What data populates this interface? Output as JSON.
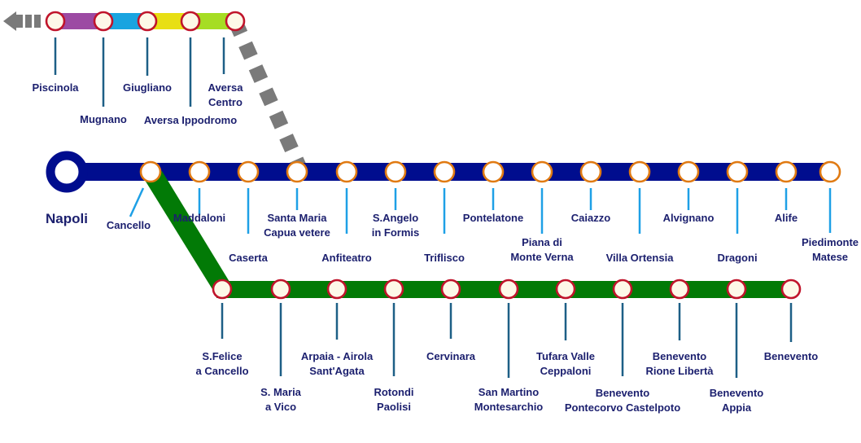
{
  "title": "Rail network map: Napoli – Piedimonte Matese / Benevento / Aversa",
  "colors": {
    "main_line": "#000d8e",
    "branch_line": "#027a06",
    "metro_segments": [
      "#9c4aa3",
      "#19a4e0",
      "#e8df13",
      "#a6dd23"
    ],
    "connector": "#7a7a7a",
    "station_ring_main": "#e07a12",
    "station_ring_other": "#c0142b",
    "station_fill_main": "#ffffff",
    "station_fill_other": "#fdf8e8",
    "tick_main": "#1ea0e6",
    "tick_other": "#1d5f86",
    "label": "#1b1f6e"
  },
  "terminus": {
    "name": "Napoli",
    "icon": "terminus-ring-icon"
  },
  "metro_line": {
    "direction_icon": "arrow-left-icon",
    "stations": [
      {
        "name": [
          "Piscinola"
        ]
      },
      {
        "name": [
          "Mugnano"
        ]
      },
      {
        "name": [
          "Giugliano"
        ]
      },
      {
        "name": [
          "Aversa Ippodromo"
        ]
      },
      {
        "name": [
          "Aversa",
          "Centro"
        ]
      }
    ]
  },
  "main_line": {
    "stations": [
      {
        "name": [
          "Cancello"
        ]
      },
      {
        "name": [
          "Maddaloni"
        ]
      },
      {
        "name": [
          "Caserta"
        ]
      },
      {
        "name": [
          "Santa Maria",
          "Capua vetere"
        ]
      },
      {
        "name": [
          "Anfiteatro"
        ]
      },
      {
        "name": [
          "S.Angelo",
          "in Formis"
        ]
      },
      {
        "name": [
          "Triflisco"
        ]
      },
      {
        "name": [
          "Pontelatone"
        ]
      },
      {
        "name": [
          "Piana di",
          "Monte Verna"
        ]
      },
      {
        "name": [
          "Caiazzo"
        ]
      },
      {
        "name": [
          "Villa Ortensia"
        ]
      },
      {
        "name": [
          "Alvignano"
        ]
      },
      {
        "name": [
          "Dragoni"
        ]
      },
      {
        "name": [
          "Alife"
        ]
      },
      {
        "name": [
          "Piedimonte",
          "Matese"
        ]
      }
    ]
  },
  "branch_line": {
    "stations": [
      {
        "name": [
          "S.Felice",
          "a Cancello"
        ]
      },
      {
        "name": [
          "S. Maria",
          "a Vico"
        ]
      },
      {
        "name": [
          "Arpaia - Airola",
          "Sant'Agata"
        ]
      },
      {
        "name": [
          "Rotondi",
          "Paolisi"
        ]
      },
      {
        "name": [
          "Cervinara"
        ]
      },
      {
        "name": [
          "San Martino",
          "Montesarchio"
        ]
      },
      {
        "name": [
          "Tufara Valle",
          "Ceppaloni"
        ]
      },
      {
        "name": [
          "Benevento",
          "Pontecorvo Castelpoto"
        ]
      },
      {
        "name": [
          "Benevento",
          "Rione Libertà"
        ]
      },
      {
        "name": [
          "Benevento",
          "Appia"
        ]
      },
      {
        "name": [
          "Benevento"
        ]
      }
    ]
  }
}
